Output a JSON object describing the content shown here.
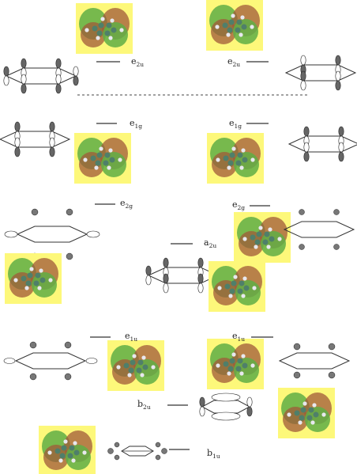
{
  "labels": {
    "left": [
      {
        "base": "e",
        "sub": "2u"
      },
      {
        "base": "e",
        "sub": "1g"
      },
      {
        "base": "e",
        "sub": "2g"
      },
      {
        "base": "e",
        "sub": "1u"
      },
      {
        "base": "b",
        "sub": "2u"
      }
    ],
    "right": [
      {
        "base": "e",
        "sub": "2u"
      },
      {
        "base": "e",
        "sub": "1g"
      },
      {
        "base": "e",
        "sub": "2g"
      },
      {
        "base": "a",
        "sub": "2u"
      },
      {
        "base": "e",
        "sub": "1u"
      },
      {
        "base": "b",
        "sub": "1u"
      }
    ]
  },
  "colors": {
    "highlight": "#fdf87a",
    "orbital_positive": "#5fae45",
    "orbital_negative": "#a05a3a",
    "lobe_shaded": "#666666"
  }
}
